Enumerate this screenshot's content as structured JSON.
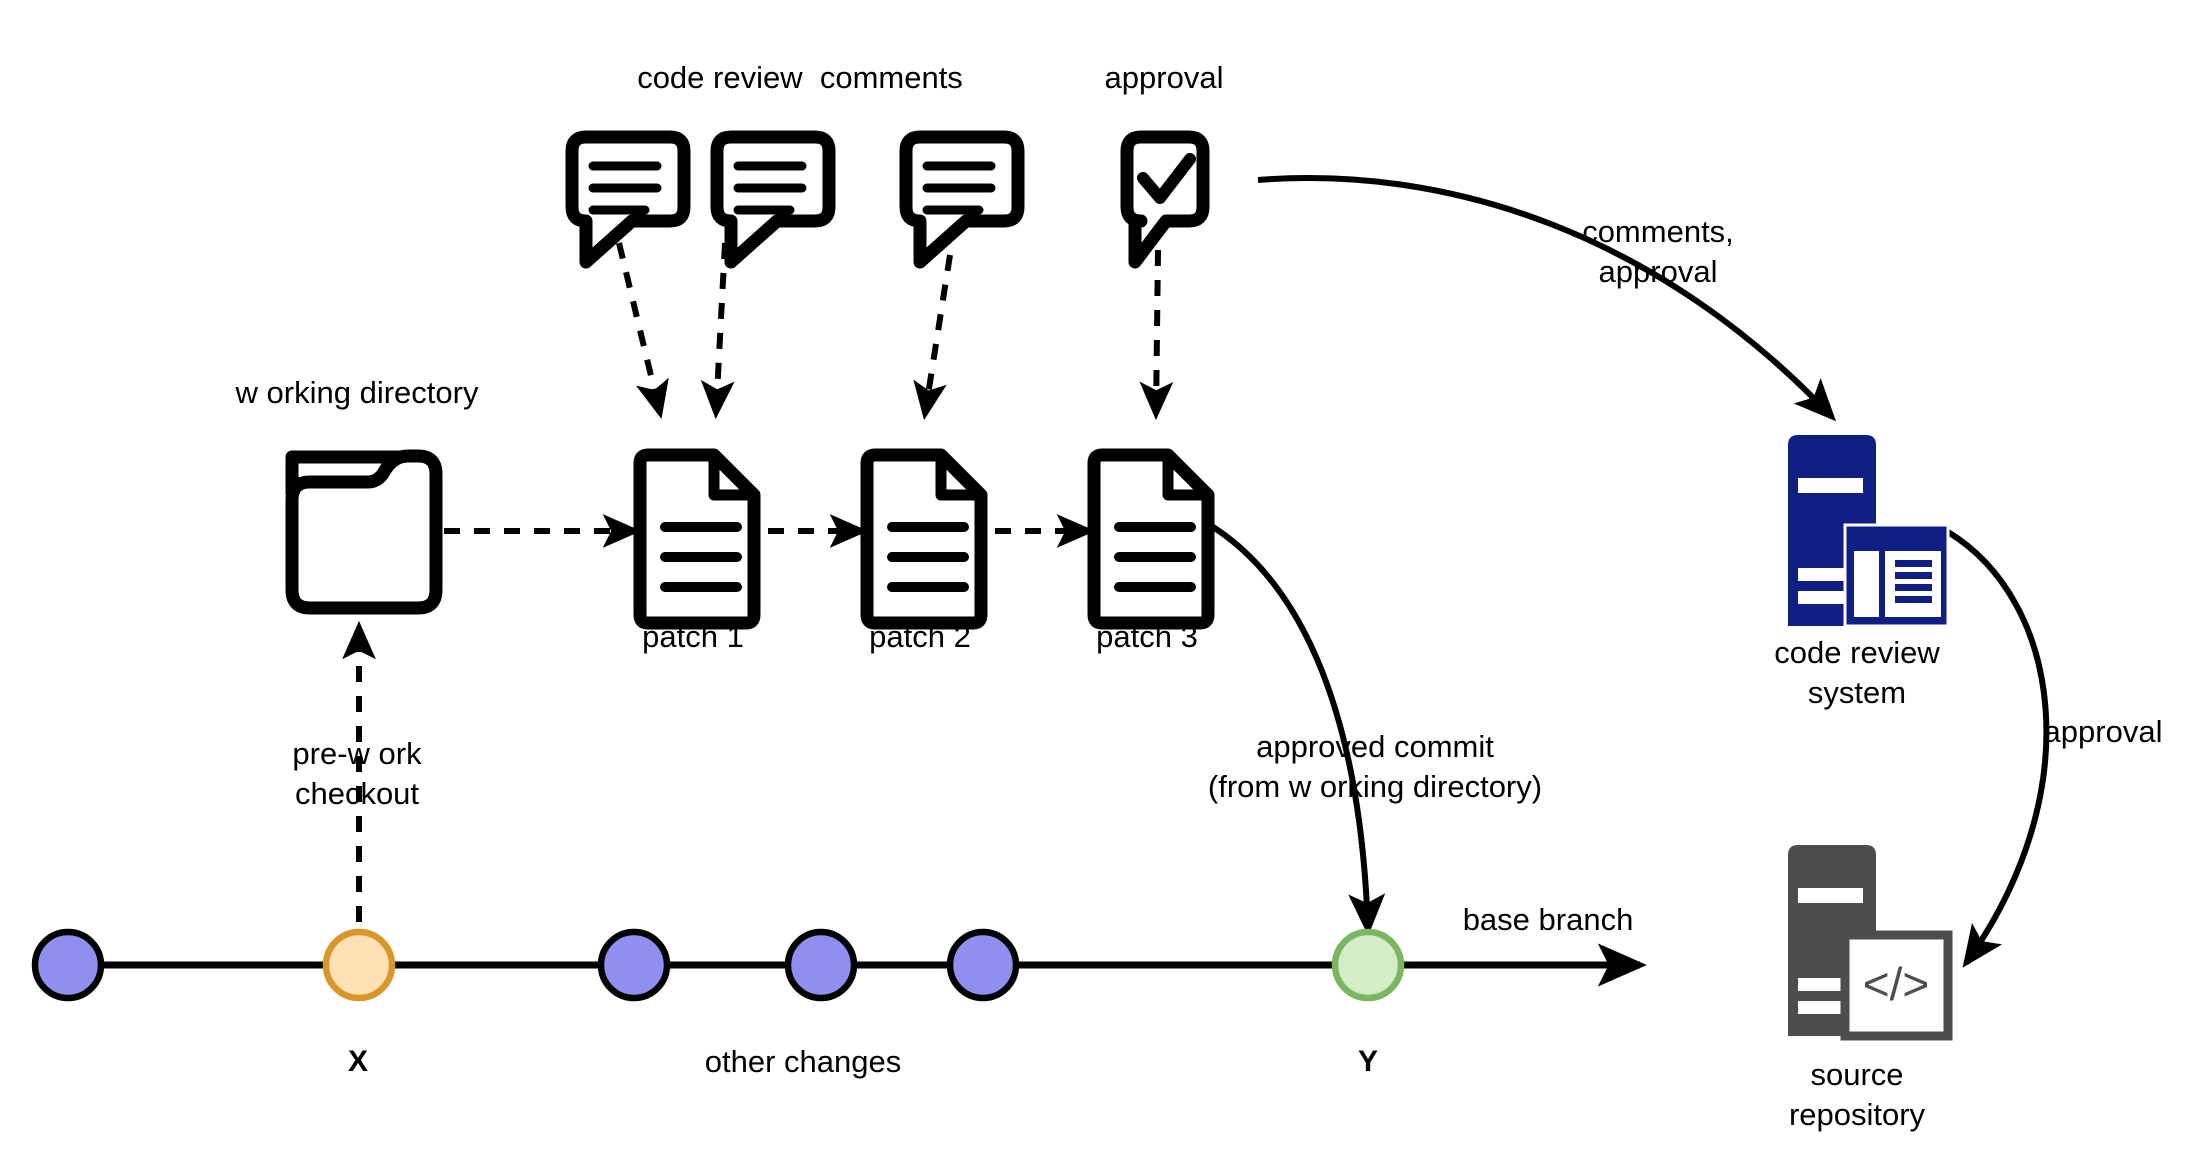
{
  "diagram": {
    "title_labels": {
      "code_review_comments": "code review  comments",
      "approval_top": "approval",
      "working_directory": "w orking directory",
      "pre_work_checkout_line1": "pre-w ork",
      "pre_work_checkout_line2": "checkout",
      "approved_commit_line1": "approved commit",
      "approved_commit_line2": "(from w orking directory)",
      "base_branch": "base branch",
      "other_changes": "other changes",
      "comments_approval_line1": "comments,",
      "comments_approval_line2": "approval",
      "approval_right": "approval",
      "code_review_system_line1": "code review",
      "code_review_system_line2": "system",
      "source_repository_line1": "source",
      "source_repository_line2": "repository"
    },
    "patches": [
      {
        "id": "patch-1",
        "label": "patch 1"
      },
      {
        "id": "patch-2",
        "label": "patch 2"
      },
      {
        "id": "patch-3",
        "label": "patch 3"
      }
    ],
    "comment_bubbles": [
      {
        "id": "comment-bubble-1",
        "kind": "comment"
      },
      {
        "id": "comment-bubble-2",
        "kind": "comment"
      },
      {
        "id": "comment-bubble-3",
        "kind": "comment"
      },
      {
        "id": "approval-bubble",
        "kind": "approval-check"
      }
    ],
    "commits": [
      {
        "id": "commit-1",
        "label": "",
        "fill": "#8f8ff0",
        "stroke": "#000000"
      },
      {
        "id": "commit-x",
        "label": "X",
        "fill": "#fde0b4",
        "stroke": "#d9962b"
      },
      {
        "id": "commit-3",
        "label": "",
        "fill": "#8f8ff0",
        "stroke": "#000000"
      },
      {
        "id": "commit-4",
        "label": "",
        "fill": "#8f8ff0",
        "stroke": "#000000"
      },
      {
        "id": "commit-5",
        "label": "",
        "fill": "#8f8ff0",
        "stroke": "#000000"
      },
      {
        "id": "commit-y",
        "label": "Y",
        "fill": "#d4ecc8",
        "stroke": "#7bb662"
      }
    ],
    "systems": [
      {
        "id": "code-review-system",
        "color": "#101f84"
      },
      {
        "id": "source-repository",
        "color": "#4d4d4d",
        "panel_text": "</>"
      }
    ],
    "colors": {
      "commit_blue": "#8f8ff0",
      "commit_orange": "#fde0b4",
      "commit_orange_stroke": "#d9962b",
      "commit_green": "#d4ecc8",
      "commit_green_stroke": "#7bb662",
      "server_navy": "#101f84",
      "server_gray": "#4d4d4d",
      "line": "#000000",
      "background": "#ffffff"
    }
  }
}
